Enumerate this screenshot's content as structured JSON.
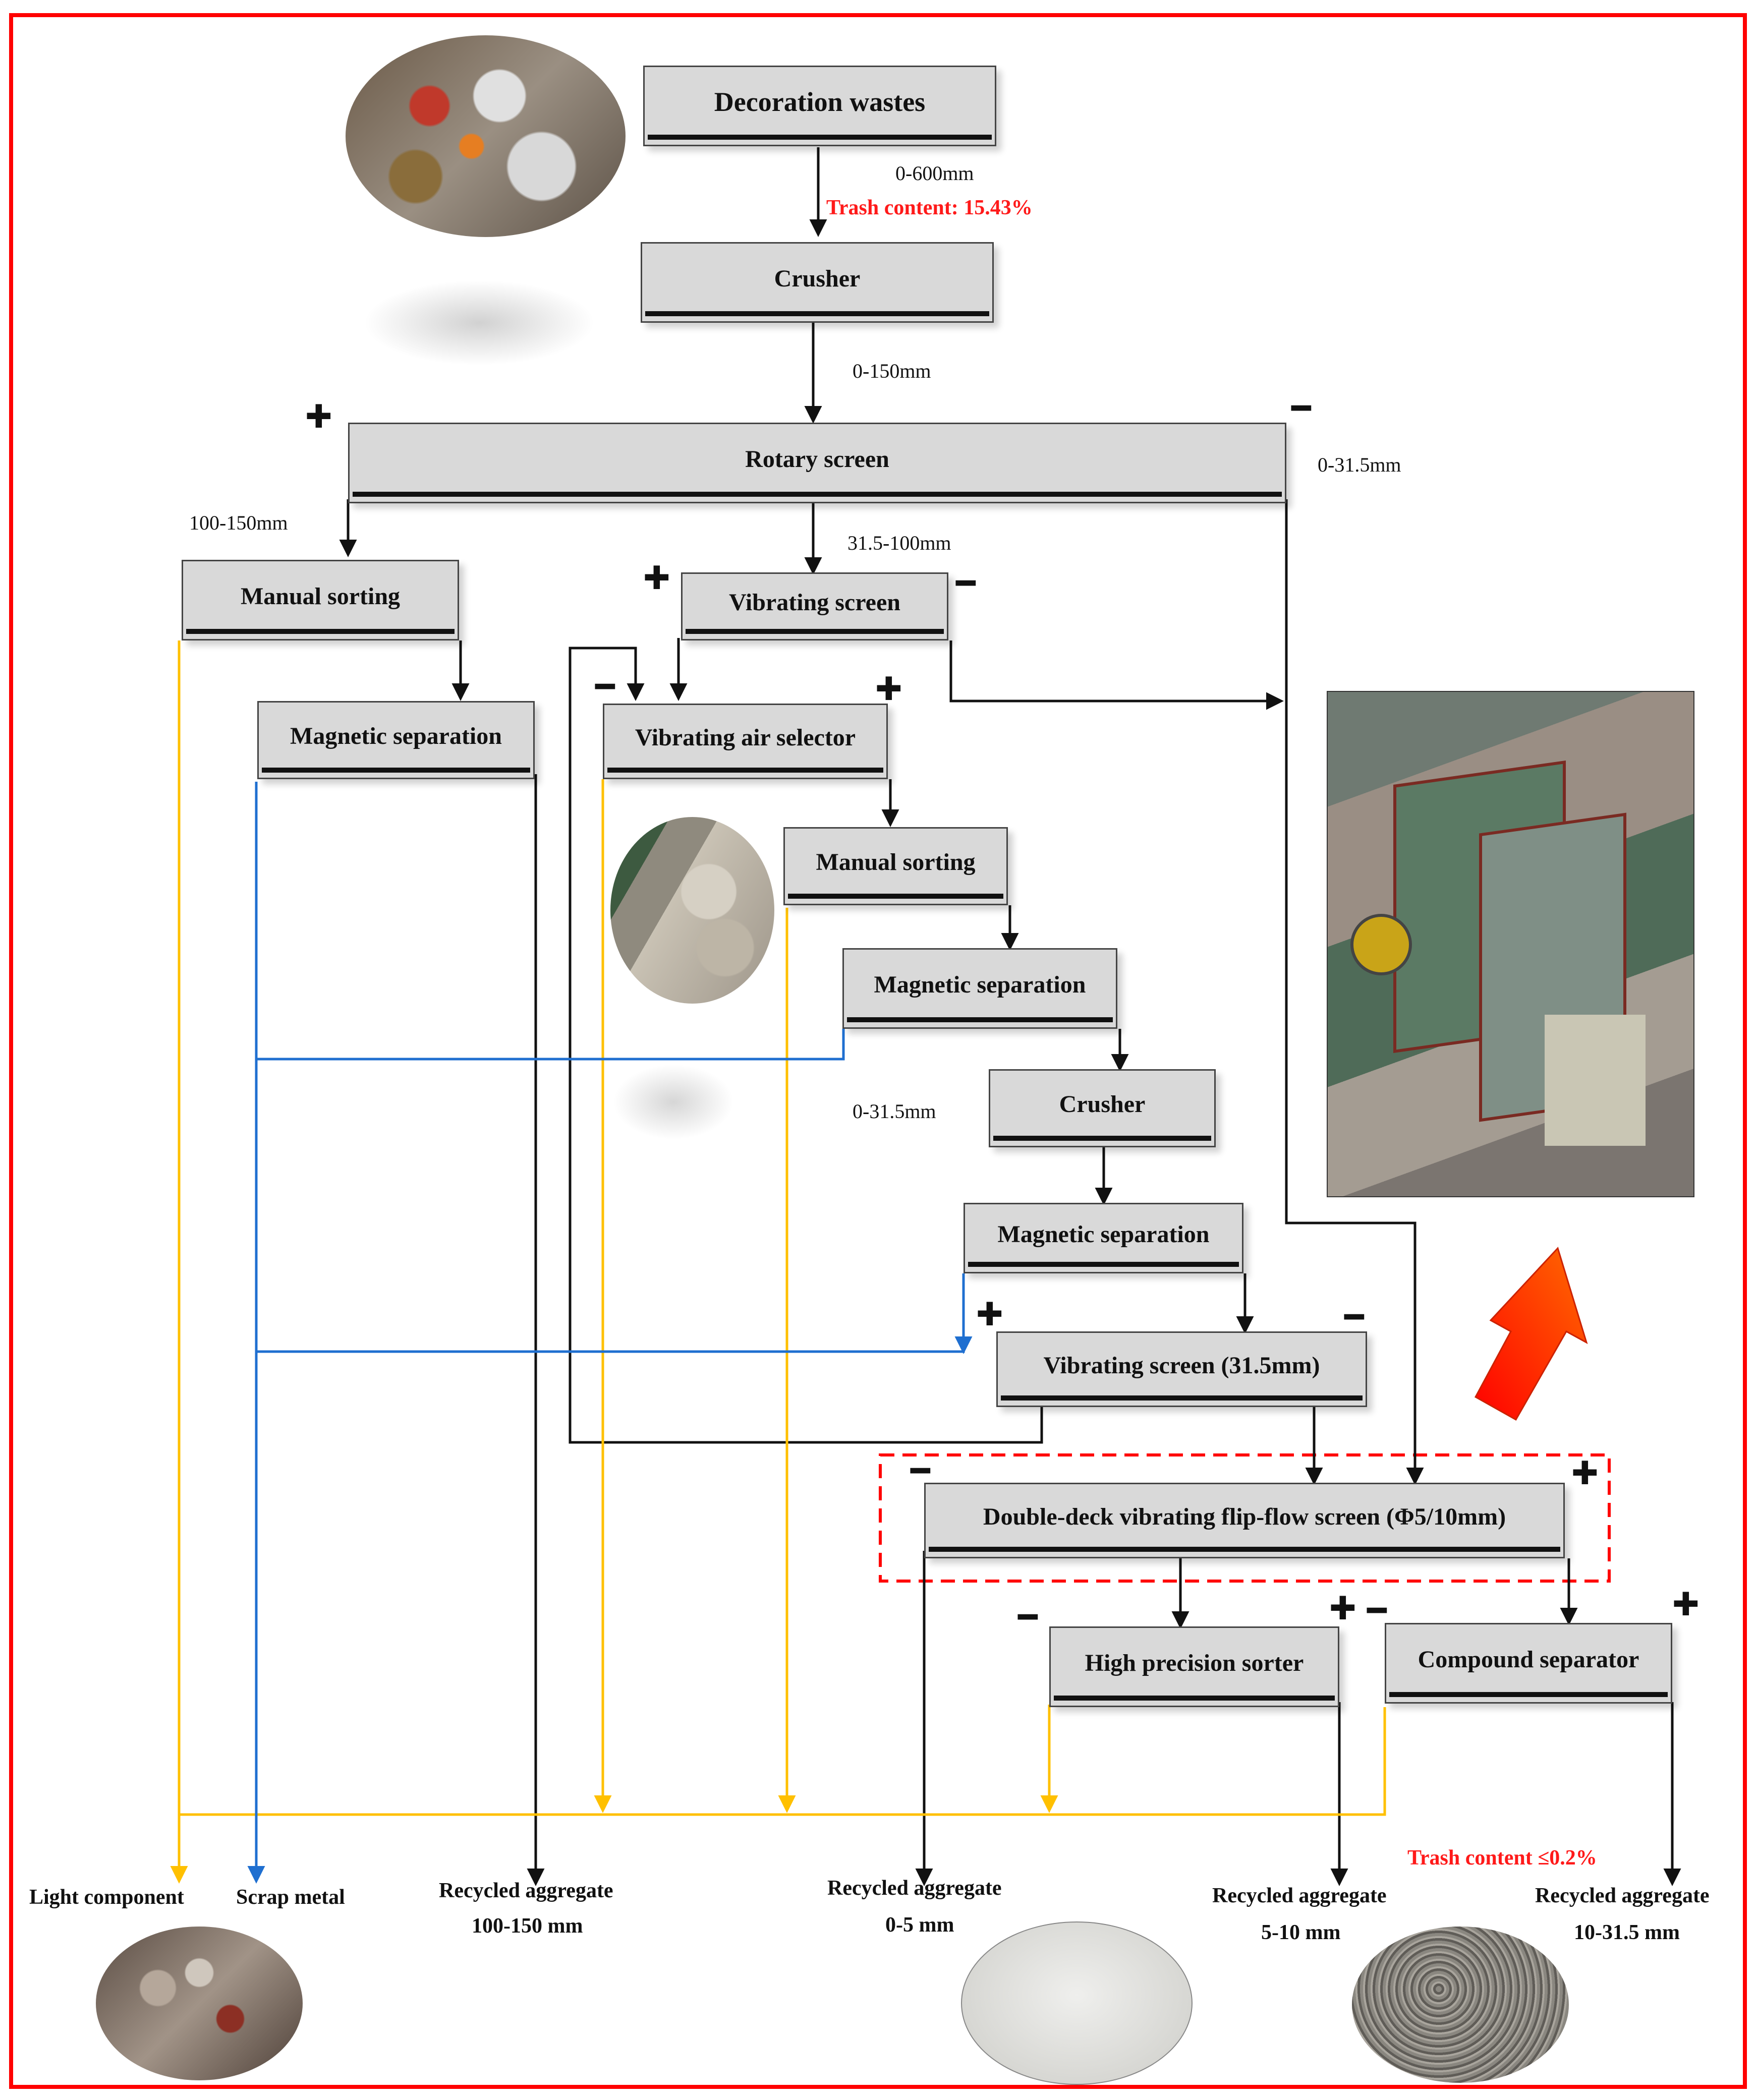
{
  "boxes": {
    "decoration_wastes": "Decoration wastes",
    "crusher_1": "Crusher",
    "rotary_screen": "Rotary screen",
    "manual_sorting_1": "Manual sorting",
    "vibrating_screen_1": "Vibrating screen",
    "magnetic_separation_1": "Magnetic separation",
    "vibrating_air_selector": "Vibrating air selector",
    "manual_sorting_2": "Manual sorting",
    "magnetic_separation_2": "Magnetic separation",
    "crusher_2": "Crusher",
    "magnetic_separation_3": "Magnetic separation",
    "vibrating_screen_2": "Vibrating screen (31.5mm)",
    "flip_flow_screen": "Double-deck vibrating flip-flow screen (Φ5/10mm)",
    "high_precision_sorter": "High precision sorter",
    "compound_separator": "Compound separator"
  },
  "flow_labels": {
    "size_0_600": "0-600mm",
    "trash_content_in": "Trash content: 15.43%",
    "size_0_150": "0-150mm",
    "size_0_31_5_a": "0-31.5mm",
    "size_100_150": "100-150mm",
    "size_31_5_100": "31.5-100mm",
    "size_0_31_5_b": "0-31.5mm",
    "trash_content_out": "Trash content ≤0.2%"
  },
  "outputs": {
    "light_component": "Light component",
    "scrap_metal": "Scrap metal",
    "ra_100_150_line1": "Recycled aggregate",
    "ra_100_150_line2": "100-150 mm",
    "ra_0_5_line1": "Recycled aggregate",
    "ra_0_5_line2": "0-5 mm",
    "ra_5_10_line1": "Recycled aggregate",
    "ra_5_10_line2": "5-10 mm",
    "ra_10_31_line1": "Recycled aggregate",
    "ra_10_31_line2": "10-31.5 mm"
  },
  "signs": {
    "plus": "✚",
    "minus": "━"
  },
  "colors": {
    "frame": "#ff0000",
    "main_flow": "#111111",
    "light_component_flow": "#ffc000",
    "scrap_metal_flow": "#1f6fd0",
    "highlight_dash": "#ff0000",
    "trash_text": "#ff1a1a",
    "big_arrow": "#ff2a00"
  }
}
